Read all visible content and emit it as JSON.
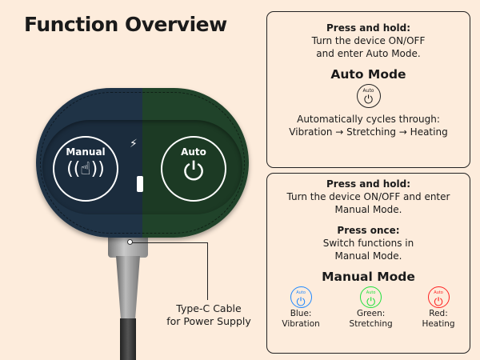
{
  "title": "Function Overview",
  "device": {
    "manual_label": "Manual",
    "auto_label": "Auto"
  },
  "cable_label": [
    "Type-C Cable",
    "for Power Supply"
  ],
  "auto_panel": {
    "press_hold": "Press and hold:",
    "line1": "Turn the device ON/OFF",
    "line2": "and enter Auto Mode.",
    "heading": "Auto Mode",
    "icon_label": "Auto",
    "desc1": "Automatically cycles through:",
    "desc2": "Vibration → Stretching → Heating"
  },
  "manual_panel": {
    "press_hold": "Press and hold:",
    "line1": "Turn the device ON/OFF and enter",
    "line2": "Manual Mode.",
    "press_once": "Press once:",
    "once1": "Switch functions in",
    "once2": "Manual Mode.",
    "heading": "Manual Mode",
    "modes": [
      {
        "color": "#1e88ff",
        "icon_label": "Auto",
        "l1": "Blue:",
        "l2": "Vibration"
      },
      {
        "color": "#1ee03c",
        "icon_label": "Auto",
        "l1": "Green:",
        "l2": "Stretching"
      },
      {
        "color": "#ff2020",
        "icon_label": "Auto",
        "l1": "Red:",
        "l2": "Heating"
      }
    ]
  }
}
